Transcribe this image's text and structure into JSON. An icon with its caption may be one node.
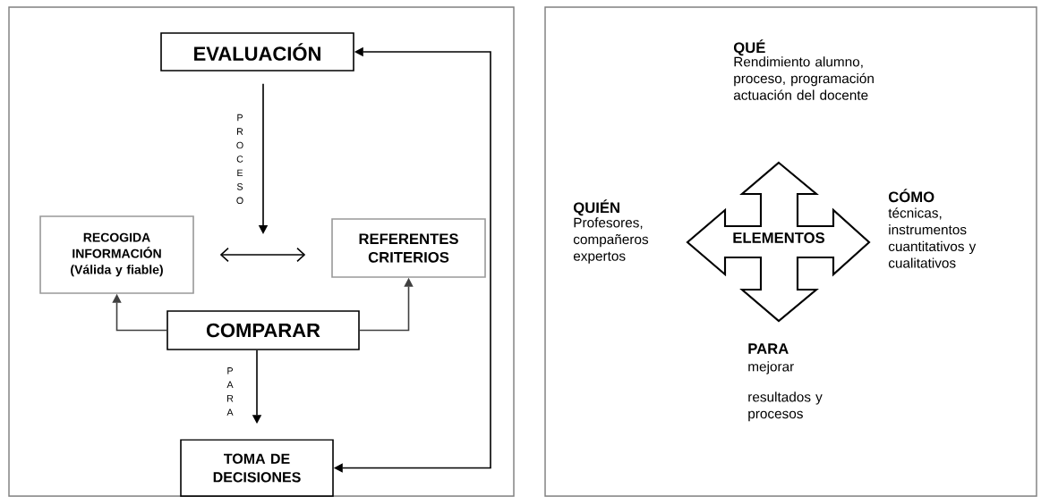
{
  "diagram": {
    "nodes": [
      {
        "text": [],
        "shape": "box"
      },
      {
        "text": [
          "EVALUACIÓN"
        ],
        "in": 0
      },
      {
        "text": [
          "RECOGIDA INFORMACIÓN (Válida y fiable)"
        ],
        "in": 0
      },
      {
        "text": [
          "REFERENTES CRITERIOS"
        ],
        "in": 0
      },
      {
        "text": [
          "COMPARAR"
        ],
        "in": 0
      },
      {
        "text": [
          "TOMA DE DECISIONES"
        ],
        "in": 0
      },
      {
        "text": [],
        "shape": "box"
      },
      {
        "text": [
          "ELEMENTOS"
        ],
        "in": 6
      }
    ],
    "edges": [
      {
        "from": 1,
        "to": null,
        "arrow": "to",
        "label": "PROCESO"
      },
      {
        "from": 2,
        "to": 3,
        "arrow": "both"
      },
      {
        "from": 4,
        "to": 2,
        "arrow": "to",
        "color": "#404040"
      },
      {
        "from": 4,
        "to": 3,
        "arrow": "to",
        "color": "#404040"
      },
      {
        "from": 4,
        "to": 5,
        "arrow": "to",
        "label": "PARA"
      },
      {
        "from": 5,
        "to": 1,
        "arrow": "both"
      }
    ],
    "labels": [
      "QUÉ",
      "Rendimiento alumno, proceso, programación actuación del docente",
      "QUIÉN",
      "Profesores, compañeros expertos",
      "CÓMO",
      "técnicas, instrumentos cuantitativos y cualitativos",
      "PARA",
      "mejorar",
      "resultados y procesos"
    ]
  }
}
